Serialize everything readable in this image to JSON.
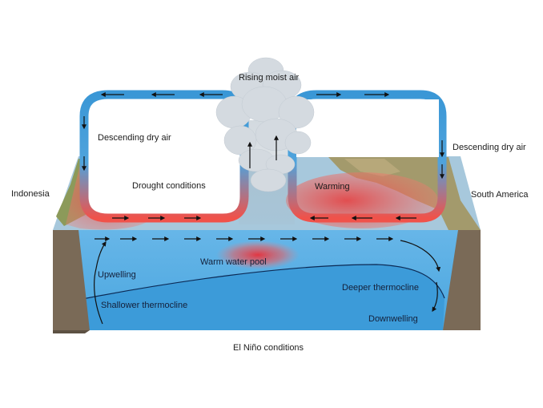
{
  "diagram": {
    "caption": "El Niño conditions",
    "labels": {
      "rising_air": "Rising moist air",
      "descending_left": "Descending dry air",
      "descending_right": "Descending dry air",
      "indonesia": "Indonesia",
      "south_america": "South America",
      "drought": "Drought conditions",
      "warming": "Warming",
      "warm_pool": "Warm water pool",
      "upwelling": "Upwelling",
      "shallower_thermocline": "Shallower thermocline",
      "deeper_thermocline": "Deeper thermocline",
      "downwelling": "Downwelling"
    },
    "colors": {
      "ocean": "#5fb0e6",
      "deep_ocean": "#3c9bd9",
      "land_side": "#7a6a57",
      "warm": "#e8463c",
      "loop_cool": "#3a97d6",
      "loop_warm": "#f0524a",
      "cloud": "#d7dde3"
    }
  }
}
